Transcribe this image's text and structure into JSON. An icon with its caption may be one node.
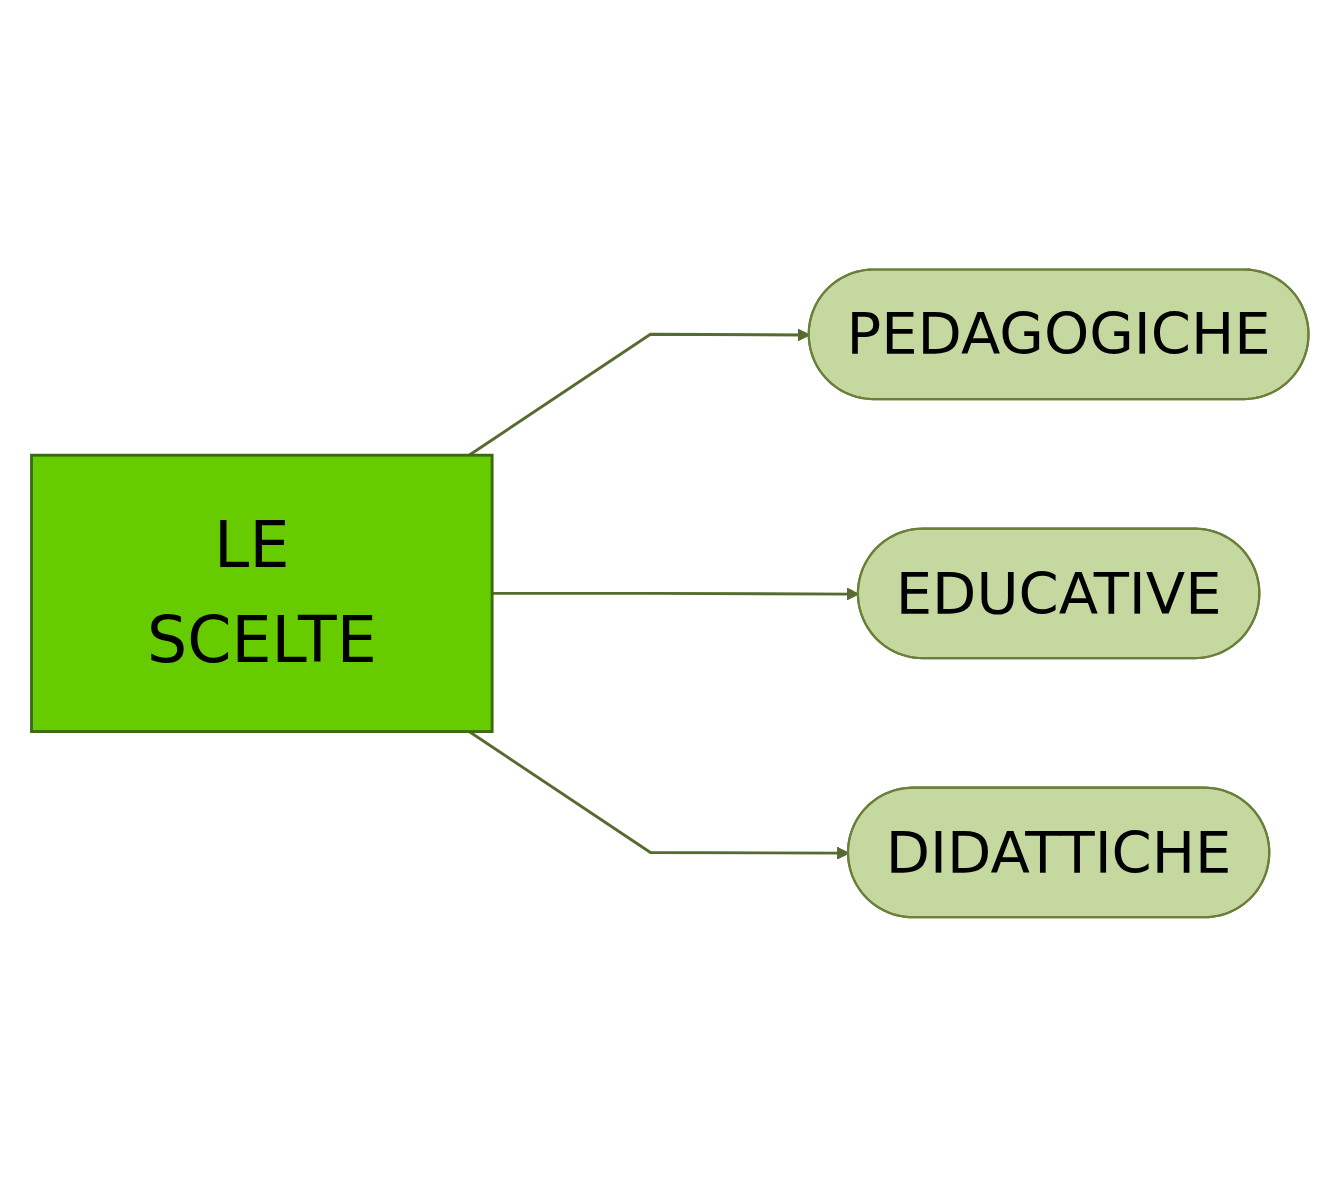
{
  "diagram": {
    "nodes": [
      {
        "text": [
          "LE SCELTE"
        ]
      },
      {
        "text": [
          "PEDAGOGICHE"
        ]
      },
      {
        "text": [
          "EDUCATIVE"
        ]
      },
      {
        "text": [
          "DIDATTICHE"
        ]
      }
    ],
    "edges": [
      {
        "from": 0,
        "to": 1,
        "arrow": "to"
      },
      {
        "from": 0,
        "to": 2,
        "arrow": "to"
      },
      {
        "from": 0,
        "to": 3,
        "arrow": "to"
      }
    ]
  }
}
